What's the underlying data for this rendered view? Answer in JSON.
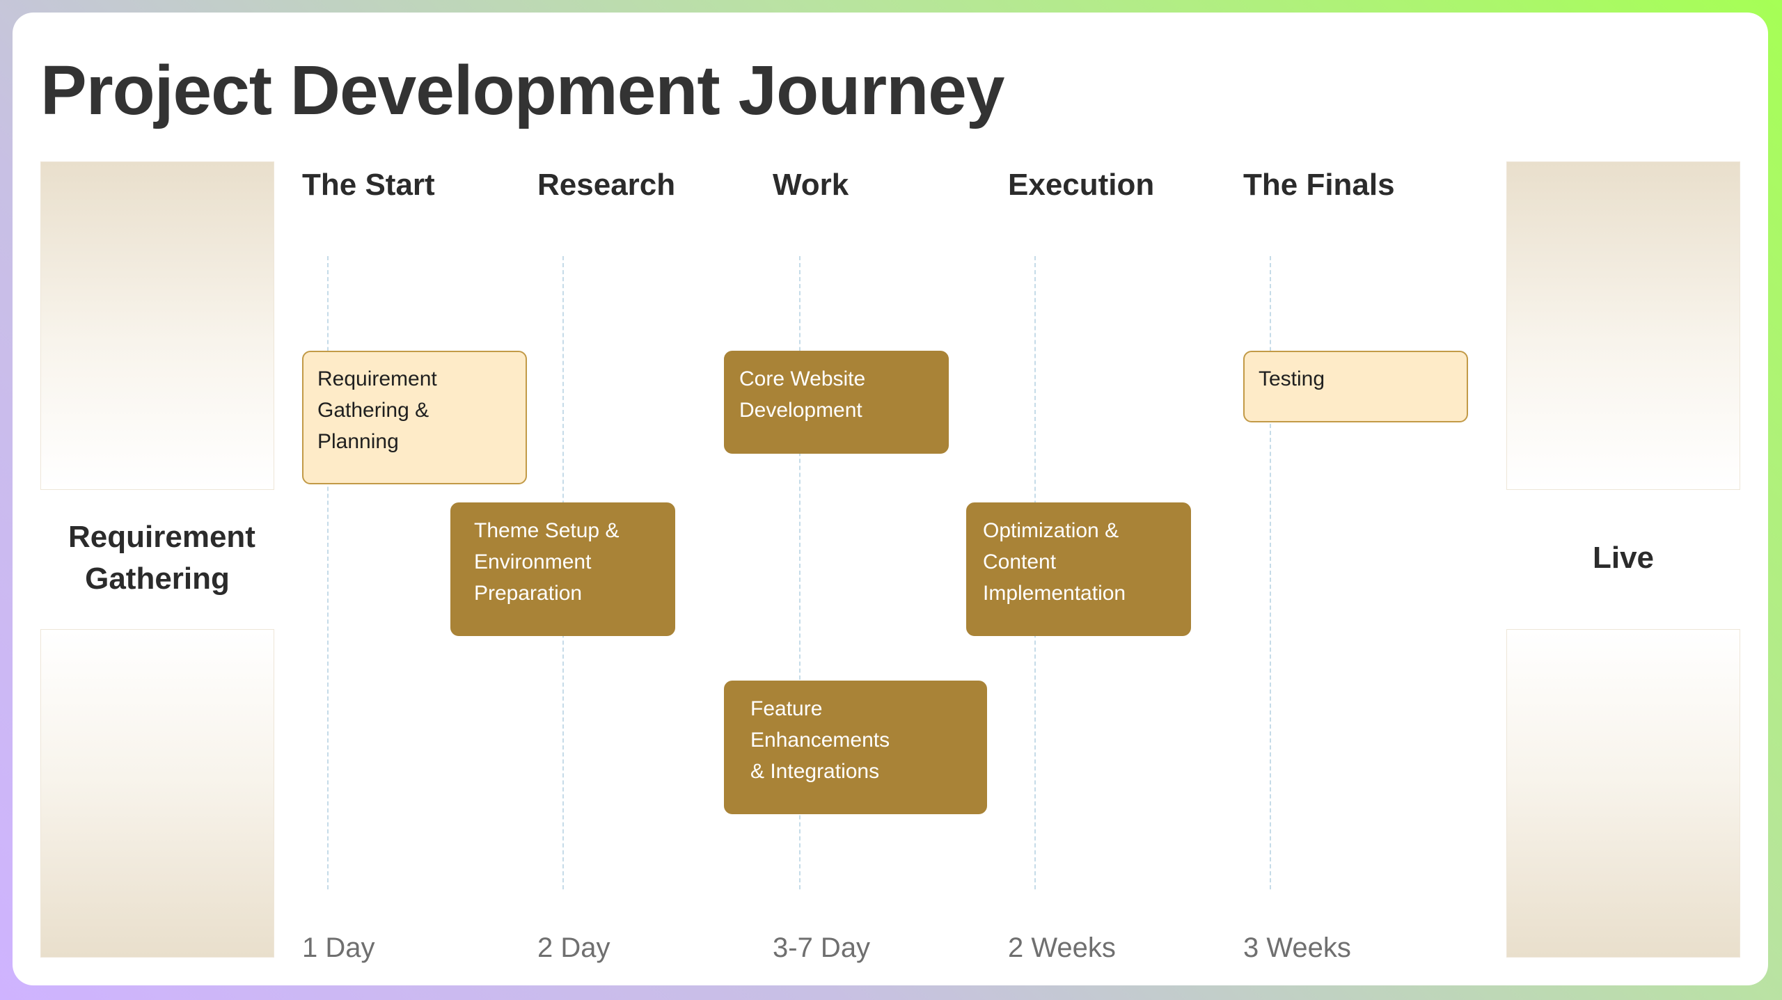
{
  "title": "Project Development Journey",
  "start_label": "Requirement Gathering",
  "end_label": "Live",
  "stages": [
    {
      "name": "The Start",
      "duration": "1 Day"
    },
    {
      "name": "Research",
      "duration": "2 Day"
    },
    {
      "name": "Work",
      "duration": "3-7 Day"
    },
    {
      "name": "Execution",
      "duration": "2 Weeks"
    },
    {
      "name": "The Finals",
      "duration": "3 Weeks"
    }
  ],
  "tasks": [
    {
      "label": "Requirement Gathering & Planning",
      "stage": "The Start",
      "style": "light"
    },
    {
      "label": "Theme Setup & Environment Preparation",
      "stage": "Research",
      "style": "dark"
    },
    {
      "label": "Core Website Development",
      "stage": "Work",
      "style": "dark"
    },
    {
      "label": "Feature Enhancements & Integrations",
      "stage": "Work",
      "style": "dark"
    },
    {
      "label": "Optimization & Content Implementation",
      "stage": "Execution",
      "style": "dark"
    },
    {
      "label": "Testing",
      "stage": "The Finals",
      "style": "light"
    }
  ],
  "colors": {
    "light_task_fill": "#feebc8",
    "light_task_border": "#c29a47",
    "dark_task_fill": "#a98337",
    "guide_line": "#c5dbe8",
    "panel_tint": "#e9dfcc"
  }
}
